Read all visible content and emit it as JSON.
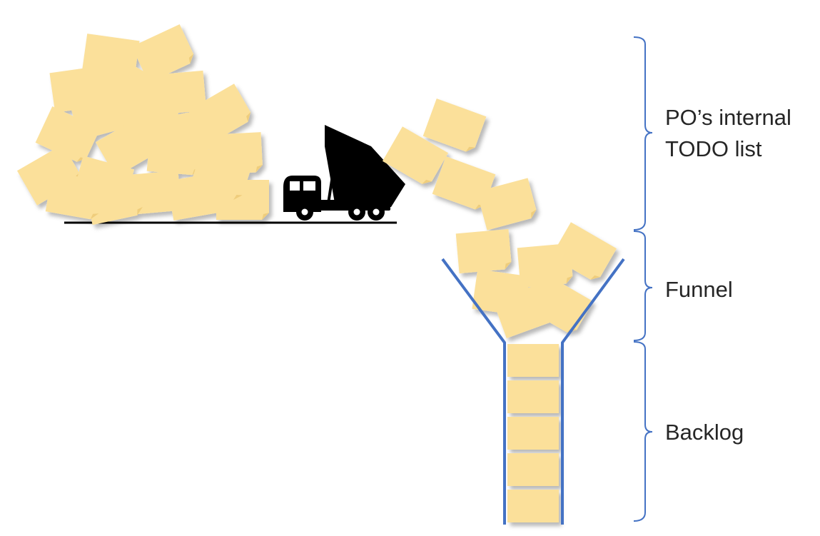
{
  "labels": {
    "todo_line1": "PO’s internal",
    "todo_line2": "TODO list",
    "funnel": "Funnel",
    "backlog": "Backlog"
  },
  "colors": {
    "note_fill": "#fbe09a",
    "note_shade": "#efcd7c",
    "funnel_stroke": "#4472c4",
    "bracket_stroke": "#4472c4",
    "ground": "#000000",
    "truck": "#000000",
    "text": "#262626"
  },
  "icons": {
    "truck": "dump-truck-icon",
    "note": "sticky-note-icon"
  }
}
